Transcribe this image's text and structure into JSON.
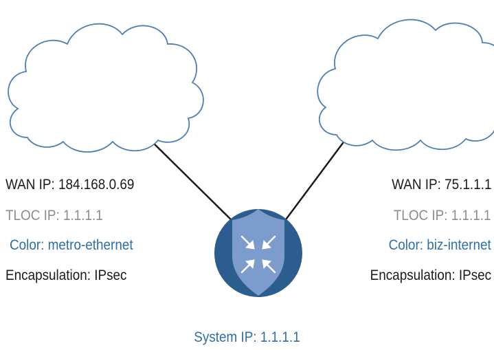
{
  "left_site": {
    "wan_ip": "WAN IP: 184.168.0.69",
    "tloc_ip": "TLOC IP: 1.1.1.1",
    "color": "Color: metro-ethernet",
    "encapsulation": "Encapsulation: IPsec"
  },
  "right_site": {
    "wan_ip": "WAN IP: 75.1.1.1",
    "tloc_ip": "TLOC IP: 1.1.1.1",
    "color": "Color: biz-internet",
    "encapsulation": "Encapsulation: IPsec"
  },
  "router": {
    "system_ip": "System IP: 1.1.1.1",
    "icon": "router-shield-icon"
  },
  "colors": {
    "cloud_stroke": "#4a7fb5",
    "link": "#1a1a1a",
    "router_fill": "#2c5d8f",
    "shield_fill": "#7b9ccc",
    "label_blue": "#2e6fa8",
    "label_gray": "#8c8c8c"
  }
}
